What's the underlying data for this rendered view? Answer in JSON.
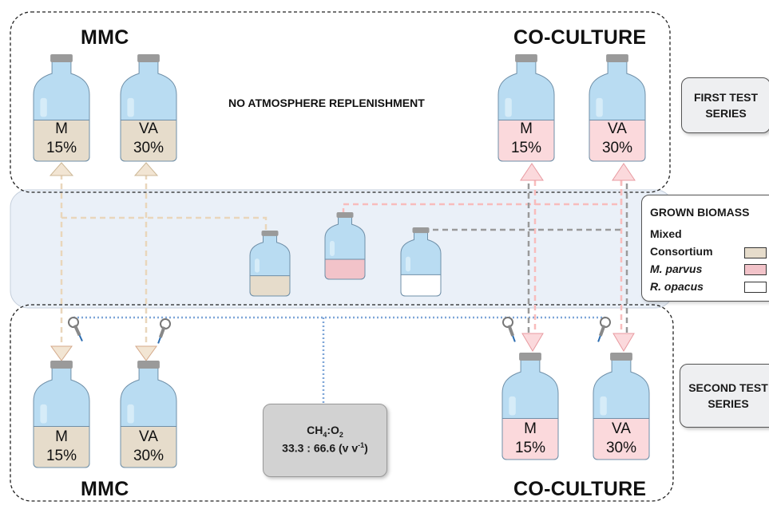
{
  "groups": {
    "mmc_label": "MMC",
    "coculture_label": "CO-CULTURE"
  },
  "center_note": "NO ATMOSPHERE REPLENISHMENT",
  "series": {
    "first": [
      "FIRST TEST",
      "SERIES"
    ],
    "second": [
      "SECOND TEST",
      "SERIES"
    ]
  },
  "bottles": {
    "top": [
      {
        "line1": "M",
        "line2": "15%"
      },
      {
        "line1": "VA",
        "line2": "30%"
      },
      {
        "line1": "M",
        "line2": "15%"
      },
      {
        "line1": "VA",
        "line2": "30%"
      }
    ],
    "bottom": [
      {
        "line1": "M",
        "line2": "15%"
      },
      {
        "line1": "VA",
        "line2": "30%"
      },
      {
        "line1": "M",
        "line2": "15%"
      },
      {
        "line1": "VA",
        "line2": "30%"
      }
    ]
  },
  "legend": {
    "title": "GROWN BIOMASS",
    "items": [
      {
        "label_line1": "Mixed",
        "label_line2": "Consortium",
        "color": "#e6dccb"
      },
      {
        "label_line1": "M. parvus",
        "label_line2": "",
        "color": "#f2c3c9"
      },
      {
        "label_line1": "R. opacus",
        "label_line2": "",
        "color": "#ffffff"
      }
    ]
  },
  "gas": {
    "ch4": "CH",
    "ch4_sub": "4",
    "colon": ":O",
    "o2_sub": "2",
    "ratio": "33.3 : 66.6 (v v",
    "ratio_sup": "-1",
    "ratio_end": ")"
  },
  "colors": {
    "mmc_liquid": "#e6dccb",
    "coculture_liquid": "#fbd9dc",
    "parvus_liquid": "#f2c3c9",
    "bottle_glass": "#b9dcf2",
    "bottle_glass_light": "#d6ecf8",
    "cap": "#9a9a9a",
    "biomass_band": "#eaf0f8",
    "mmc_dash": "#e9d6bb",
    "pink_dash": "#f8bcbc",
    "grey_dash": "#9a9a9a",
    "blue_dot": "#7ea6d8"
  }
}
